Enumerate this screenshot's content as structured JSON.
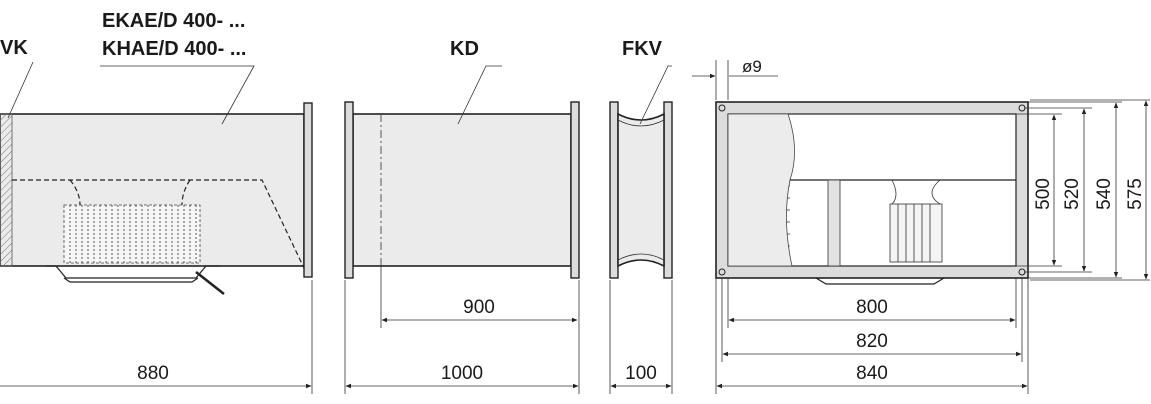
{
  "labels": {
    "vk": "VK",
    "ekae": "EKAE/D 400- ...",
    "khae": "KHAE/D 400- ...",
    "kd": "KD",
    "fkv": "FKV"
  },
  "dimensions": {
    "vk_length": "880",
    "kd_length": "1000",
    "kd_inner": "900",
    "fkv_length": "100",
    "hole_diameter": "ø9",
    "width_800": "800",
    "width_820": "820",
    "width_840": "840",
    "height_500": "500",
    "height_520": "520",
    "height_540": "540",
    "height_575": "575"
  }
}
